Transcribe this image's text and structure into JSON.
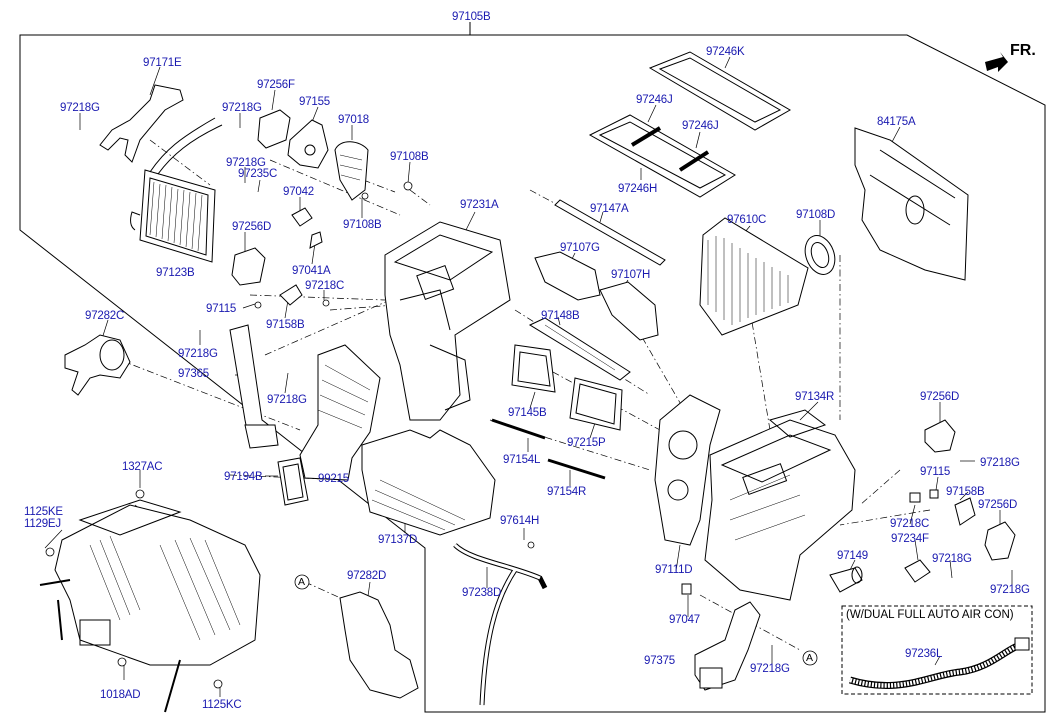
{
  "header": {
    "assembly": "97105B",
    "direction": "FR."
  },
  "note": {
    "variant": "(W/DUAL FULL AUTO AIR CON)"
  },
  "callout_marker": "A",
  "parts": {
    "p97171E": "97171E",
    "p97218G_a": "97218G",
    "p97218G_b": "97218G",
    "p97256F": "97256F",
    "p97155": "97155",
    "p97018": "97018",
    "p97218G_c": "97218G",
    "p97235C": "97235C",
    "p97108B_a": "97108B",
    "p97042": "97042",
    "p97108B_b": "97108B",
    "p97123B": "97123B",
    "p97256D_a": "97256D",
    "p97041A": "97041A",
    "p97218C_a": "97218C",
    "p97115_a": "97115",
    "p97158B_a": "97158B",
    "p97282C": "97282C",
    "p97218G_d": "97218G",
    "p97365": "97365",
    "p97218G_e": "97218G",
    "p97194B": "97194B",
    "p99215": "99215",
    "p1327AC": "1327AC",
    "p1125KE": "1125KE",
    "p1129EJ": "1129EJ",
    "p97137D": "97137D",
    "p97231A": "97231A",
    "p97147A": "97147A",
    "p97107G": "97107G",
    "p97107H": "97107H",
    "p97148B": "97148B",
    "p97145B": "97145B",
    "p97215P": "97215P",
    "p97154L": "97154L",
    "p97154R": "97154R",
    "p97614H": "97614H",
    "p97238D": "97238D",
    "p97282D": "97282D",
    "p1018AD": "1018AD",
    "p1125KC": "1125KC",
    "p97246K": "97246K",
    "p97246J_a": "97246J",
    "p97246J_b": "97246J",
    "p97246H": "97246H",
    "p97610C": "97610C",
    "p97108D": "97108D",
    "p84175A": "84175A",
    "p97134R": "97134R",
    "p97256D_b": "97256D",
    "p97218G_f": "97218G",
    "p97115_b": "97115",
    "p97158B_b": "97158B",
    "p97218C_b": "97218C",
    "p97256D_c": "97256D",
    "p97234F": "97234F",
    "p97218G_g": "97218G",
    "p97218G_h": "97218G",
    "p97149": "97149",
    "p97111D": "97111D",
    "p97047": "97047",
    "p97375": "97375",
    "p97218G_i": "97218G",
    "p97236L": "97236L"
  }
}
